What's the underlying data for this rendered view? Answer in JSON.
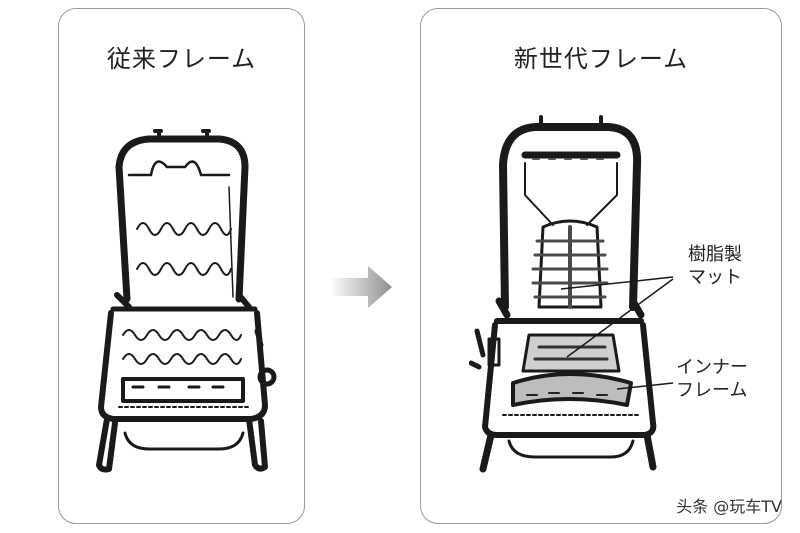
{
  "panels": {
    "left": {
      "title": "従来フレーム"
    },
    "right": {
      "title": "新世代フレーム"
    }
  },
  "callouts": {
    "mat_line1": "樹脂製",
    "mat_line2": "マット",
    "inner_line1": "インナー",
    "inner_line2": "フレーム"
  },
  "watermark": "头条 @玩车TV",
  "colors": {
    "frame": "#1a1a1a",
    "arrow": "#9a9a9a",
    "border": "#9a9a9a"
  }
}
